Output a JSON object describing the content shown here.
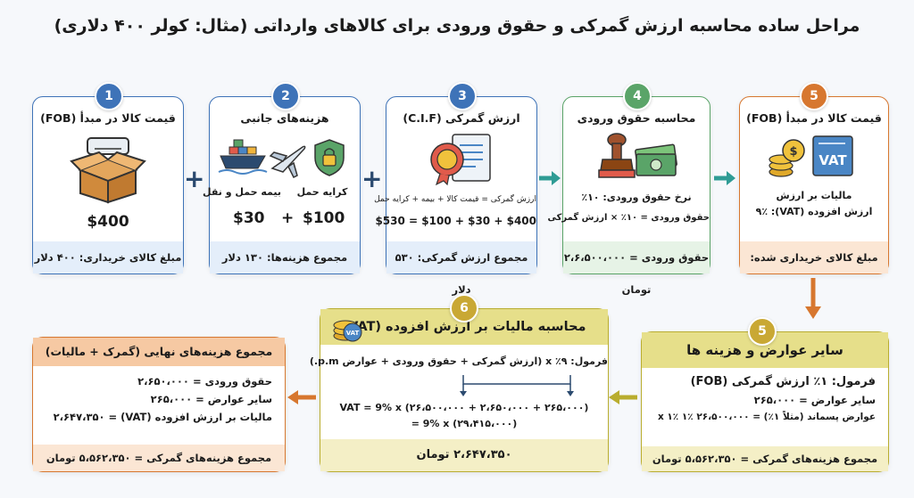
{
  "title": "مراحل ساده محاسبه ارزش گمرکی و حقوق ورودی برای کالاهای وارداتی (مثال: کولر ۴۰۰ دلاری)",
  "step1": {
    "num": "1",
    "head": "قیمت کالا در مبدأ (FOB)",
    "price": "$400",
    "foot": "مبلغ کالای خریداری: ۴۰۰ دلار",
    "icons": [
      "air-conditioner",
      "box"
    ]
  },
  "step2": {
    "num": "2",
    "head": "هزینه‌های جانبی",
    "freight_label": "کرایه حمل",
    "insurance_label": "بیمه حمل و نقل",
    "freight_value": "$100",
    "plus": "+",
    "insurance_value": "$30",
    "foot": "مجموع هزینه‌ها: ۱۳۰ دلار",
    "icons": [
      "cargo-ship",
      "airplane",
      "shield-lock"
    ]
  },
  "step3": {
    "num": "3",
    "head": "ارزش گمرکی (C.I.F)",
    "formula": "ارزش گمرکی = قیمت کالا + بیمه + کرایه حمل",
    "calc": "$400 + $30 + $100 = $530",
    "foot": "مجموع ارزش گمرکی: ۵۳۰ دلار",
    "icons": [
      "certificate"
    ]
  },
  "step4": {
    "num": "4",
    "head": "محاسبه حقوق ورودی",
    "rate": "نرخ حقوق ورودی: ۱۰٪",
    "calc": "حقوق ورودی = ۱۰٪ × ارزش گمرکی",
    "foot": "حقوق ورودی = ۲،۶،۵۰۰،۰۰۰ تومان",
    "icons": [
      "stamp",
      "cash"
    ]
  },
  "step5": {
    "num": "5",
    "head": "قیمت کالا در مبدأ (FOB)",
    "vat_l1": "مالیات بر ارزش",
    "vat_l2": "ارزش افزوده (VAT): ۹٪",
    "foot": "مبلغ کالای خریداری شده:",
    "vat_text": "VAT",
    "icons": [
      "coins",
      "vat-document"
    ]
  },
  "step5b": {
    "num": "5",
    "head": "سایر عوارض و هزینه ها",
    "l1": "فرمول: ۱٪ ارزش گمرکی (FOB)",
    "l2": "سایر عوارض = ۲۶۵،۰۰۰",
    "l3": "عوارض پسماند (مثلاً ۱٪) = ۲۶،۵۰۰،۰۰۰ x ۱٪ ۱٪",
    "foot": "مجموع هزینه‌های گمرکی = ۵،۵۶۲،۳۵۰ تومان"
  },
  "step6": {
    "num": "6",
    "head": "محاسبه مالیات بر ارزش افزوده (VAT)",
    "formula": "فرمول: ۹٪ x (ارزش گمرکی + حقوق ورودی + عوارض p.m.)",
    "calc1": "VAT = 9% x (۲۶،۵۰۰،۰۰۰ + ۲،۶۵۰،۰۰۰ + ۲۶۵،۰۰۰)",
    "calc2": "= 9% x (۲۹،۴۱۵،۰۰۰)",
    "foot": "۲،۶۴۷،۳۵۰ تومان",
    "coin_label": "VAT"
  },
  "final": {
    "head": "مجموع هزینه‌های نهایی (گمرک + مالیات)",
    "l1": "حقوق ورودی = ۲،۶۵۰،۰۰۰",
    "l2": "سایر عوارض = ۲۶۵،۰۰۰",
    "l3": "مالیات بر ارزش افزوده (VAT) = ۲،۶۴۷،۳۵۰",
    "foot": "مجموع هزینه‌های گمرکی = ۵،۵۶۲،۳۵۰ تومان"
  },
  "colors": {
    "blue": "#3e73b8",
    "blue_light": "#e4eefa",
    "teal": "#2f9c95",
    "teal_light": "#e2f3f1",
    "green": "#5aa468",
    "green_light": "#e6f3e6",
    "orange": "#d7772f",
    "orange_light": "#fbe6d4",
    "olive": "#b9ad2f",
    "olive_light": "#f4efc6"
  }
}
